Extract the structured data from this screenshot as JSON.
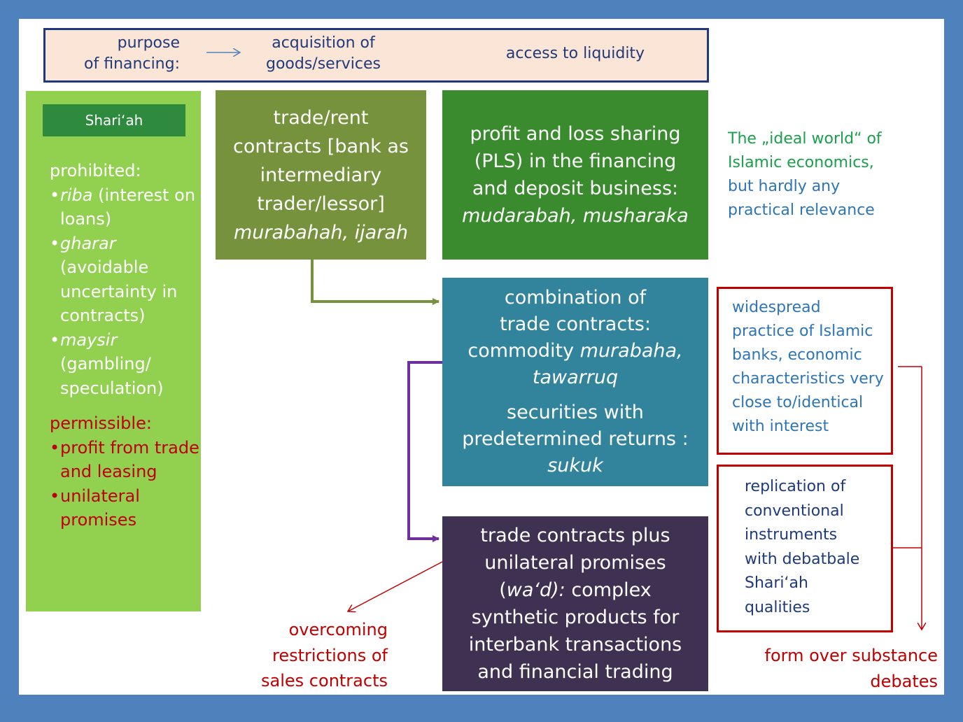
{
  "header": {
    "purpose_label": "purpose\nof financing:",
    "arrow": "→",
    "acquisition_label": "acquisition of\ngoods/services",
    "liquidity_label": "access to liquidity"
  },
  "shariah": {
    "title": "Shari‘ah",
    "prohibited_heading": "prohibited:",
    "prohibited_items": [
      {
        "term": "riba",
        "rest": " (interest on loans)"
      },
      {
        "term": "gharar",
        "rest": " (avoidable uncertainty in contracts)"
      },
      {
        "term": "maysir",
        "rest": " (gambling/ speculation)"
      }
    ],
    "permissible_heading": "permissible:",
    "permissible_items": [
      "profit from trade and leasing",
      "unilateral promises"
    ]
  },
  "trade_rent": {
    "text": "trade/rent\ncontracts [bank as\nintermediary\ntrader/lessor]",
    "italic": "murabahah,  ijarah"
  },
  "pls": {
    "text": "profit and loss sharing\n(PLS) in the financing\nand deposit business:",
    "italic": "mudarabah,  musharaka"
  },
  "combination": {
    "line1": "combination of\ntrade contracts:",
    "commodity": "commodity ",
    "italic1": "murabaha,\ntawarruq",
    "line2": "securities with\npredetermined returns :",
    "italic2": "sukuk"
  },
  "synthetic": {
    "line1": "trade contracts plus\nunilateral promises",
    "paren_open": "(",
    "italic": "wa‘d):",
    "rest": " complex\nsynthetic products for\ninterbank transactions\nand financial trading"
  },
  "ideal_world": {
    "green_text": "The „ideal world“ of\nIslamic economics,",
    "blue_text": "but hardly any\npractical relevance"
  },
  "widespread_text": "widespread\npractice of Islamic\nbanks, economic\ncharacteristics very\nclose to/identical\nwith interest",
  "replication_text": "replication of\nconventional\ninstruments\nwith debatbale\nShari‘ah\nqualities",
  "overcoming_text": "overcoming\nrestrictions of\nsales contracts",
  "form_text": "form over substance\ndebates",
  "colors": {
    "frame": "#4f81bd",
    "shariah_panel": "#92d050",
    "trade_rent_box": "#76923c",
    "pls_box": "#3a8a2e",
    "combination_box": "#31849b",
    "synthetic_box": "#3f3151",
    "red": "#c00000"
  }
}
